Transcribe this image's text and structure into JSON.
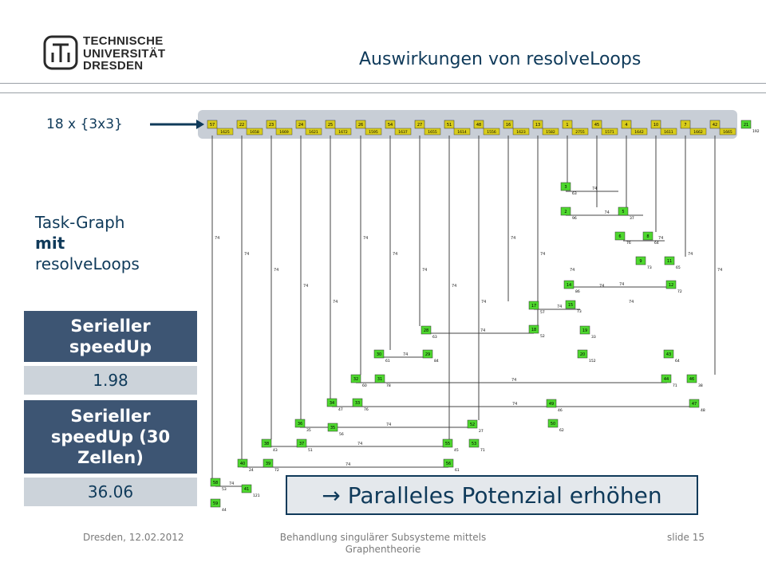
{
  "header": {
    "logo_lines": [
      "TECHNISCHE",
      "UNIVERSITÄT",
      "DRESDEN"
    ],
    "title": "Auswirkungen von resolveLoops"
  },
  "annotations": {
    "grid_label": "18 x {3x3}",
    "task_graph_line1": "Task-Graph",
    "task_graph_line2": "mit",
    "task_graph_line3": "resolveLoops"
  },
  "stats": [
    {
      "label": "Serieller speedUp",
      "value": "1.98"
    },
    {
      "label": "Serieller speedUp (30 Zellen)",
      "value": "36.06"
    }
  ],
  "callout": "→ Paralleles Potenzial erhöhen",
  "footer": {
    "left": "Dresden, 12.02.2012",
    "center": "Behandlung singulärer Subsysteme mittels Graphentheorie",
    "right": "slide 15"
  },
  "task_graph": {
    "top_row": [
      "57",
      "22",
      "23",
      "24",
      "25",
      "26",
      "54",
      "27",
      "51",
      "48",
      "16",
      "13",
      "1",
      "45",
      "4",
      "10",
      "7",
      "42",
      "21"
    ],
    "top_row_costs": [
      "1625",
      "1658",
      "1669",
      "1621",
      "1672",
      "1595",
      "1637",
      "1655",
      "1614",
      "1556",
      "1623",
      "1582",
      "2755",
      "1571",
      "1642",
      "1611",
      "1662",
      "1665",
      "192"
    ],
    "nodes": [
      {
        "id": "3",
        "cost": "63"
      },
      {
        "id": "2",
        "cost": "96"
      },
      {
        "id": "5",
        "cost": "37"
      },
      {
        "id": "6",
        "cost": "76"
      },
      {
        "id": "8",
        "cost": "64"
      },
      {
        "id": "9",
        "cost": "73"
      },
      {
        "id": "11",
        "cost": "65"
      },
      {
        "id": "12",
        "cost": "72"
      },
      {
        "id": "14",
        "cost": "86"
      },
      {
        "id": "15",
        "cost": "73"
      },
      {
        "id": "17",
        "cost": "57"
      },
      {
        "id": "18",
        "cost": "52"
      },
      {
        "id": "19",
        "cost": "33"
      },
      {
        "id": "20",
        "cost": "152"
      },
      {
        "id": "43",
        "cost": "64"
      },
      {
        "id": "44",
        "cost": "71"
      },
      {
        "id": "46",
        "cost": "38"
      },
      {
        "id": "47",
        "cost": "48"
      },
      {
        "id": "28",
        "cost": "63"
      },
      {
        "id": "29",
        "cost": "84"
      },
      {
        "id": "30",
        "cost": "61"
      },
      {
        "id": "31",
        "cost": "78"
      },
      {
        "id": "32",
        "cost": "60"
      },
      {
        "id": "33",
        "cost": "76"
      },
      {
        "id": "34",
        "cost": "47"
      },
      {
        "id": "35",
        "cost": "56"
      },
      {
        "id": "36",
        "cost": "35"
      },
      {
        "id": "37",
        "cost": "51"
      },
      {
        "id": "38",
        "cost": "43"
      },
      {
        "id": "39",
        "cost": "72"
      },
      {
        "id": "40",
        "cost": "24"
      },
      {
        "id": "41",
        "cost": "121"
      },
      {
        "id": "52",
        "cost": "27"
      },
      {
        "id": "53",
        "cost": "71"
      },
      {
        "id": "55",
        "cost": "45"
      },
      {
        "id": "56",
        "cost": "61"
      },
      {
        "id": "49",
        "cost": "46"
      },
      {
        "id": "50",
        "cost": "62"
      },
      {
        "id": "58",
        "cost": "53"
      },
      {
        "id": "59",
        "cost": "44"
      }
    ],
    "edge_weight": "74"
  },
  "colors": {
    "title": "#0f3a5a",
    "dark_box": "#3d5573",
    "light_box": "#ccd3da",
    "node_yellow": "#d8cc1c",
    "node_green": "#4ed82e",
    "band": "#c8ced6"
  }
}
